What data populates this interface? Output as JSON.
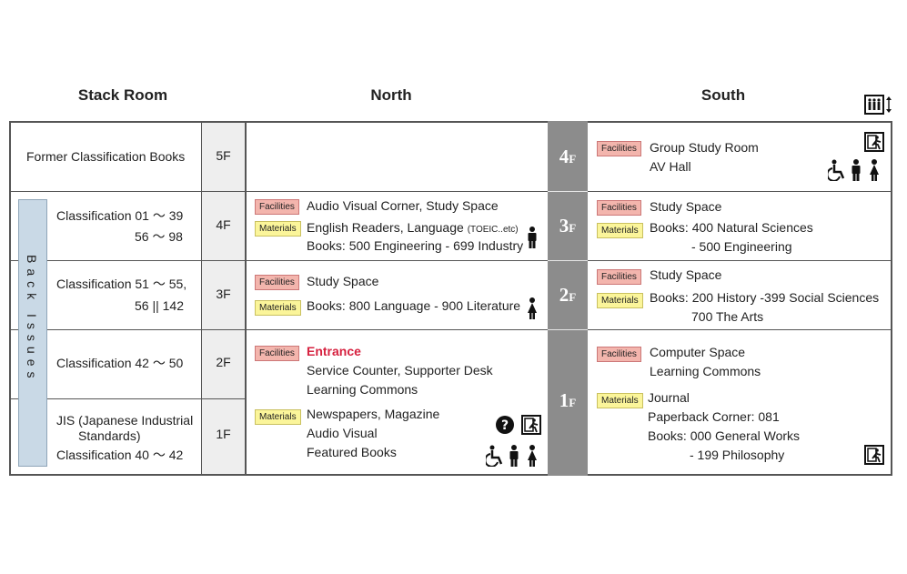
{
  "headers": {
    "stack_room": "Stack Room",
    "north": "North",
    "south": "South"
  },
  "tags": {
    "facilities": "Facilities",
    "materials": "Materials"
  },
  "stack": {
    "former": "Former Classification Books",
    "back_issues": "Back Issues",
    "rows": [
      {
        "floor": "5F"
      },
      {
        "floor": "4F",
        "line1": "Classification 01 ～ 39",
        "line2": "56 ～ 98"
      },
      {
        "floor": "3F",
        "line1": "Classification 51 ～ 55,",
        "line2": "56 || 142"
      },
      {
        "floor": "2F",
        "line1": "Classification 42 ～ 50"
      },
      {
        "floor": "1F",
        "line1": "JIS (Japanese Industrial",
        "line2": "Standards)",
        "line3": "Classification 40 ～ 42"
      }
    ]
  },
  "north": {
    "f3": {
      "facilities": "Audio Visual Corner, Study Space",
      "materials1": "English Readers, Language ",
      "materials1_small": "(TOEIC..etc)",
      "materials2": "Books: 500 Engineering - 699 Industry"
    },
    "f2": {
      "facilities": "Study Space",
      "materials": "Books: 800 Language - 900 Literature"
    },
    "f1": {
      "entrance": "Entrance",
      "fac2": "Service Counter, Supporter Desk",
      "fac3": "Learning Commons",
      "mat1": "Newspapers, Magazine",
      "mat2": "Audio Visual",
      "mat3": "Featured Books"
    }
  },
  "floors": {
    "f4": {
      "num": "4",
      "suffix": "F"
    },
    "f3": {
      "num": "3",
      "suffix": "F"
    },
    "f2": {
      "num": "2",
      "suffix": "F"
    },
    "f1": {
      "num": "1",
      "suffix": "F"
    }
  },
  "south": {
    "f4": {
      "fac1": "Group Study Room",
      "fac2": "AV Hall"
    },
    "f3": {
      "facilities": "Study Space",
      "mat1": "Books: 400 Natural Sciences",
      "mat2": "- 500 Engineering"
    },
    "f2": {
      "facilities": "Study Space",
      "mat1": "Books: 200 History -399 Social Sciences",
      "mat2": "700 The Arts"
    },
    "f1": {
      "fac1": "Computer Space",
      "fac2": "Learning Commons",
      "mat1": "Journal",
      "mat2": "Paperback Corner: 081",
      "mat3": "Books: 000 General Works",
      "mat4": "- 199 Philosophy"
    }
  },
  "colors": {
    "entrance": "#d6213f",
    "facilities_tag": "#f3b5ad",
    "materials_tag": "#fbf59a",
    "floor_band": "#8c8c8c",
    "floor_cell": "#eeeeee",
    "back_issues": "#c9d9e6"
  }
}
